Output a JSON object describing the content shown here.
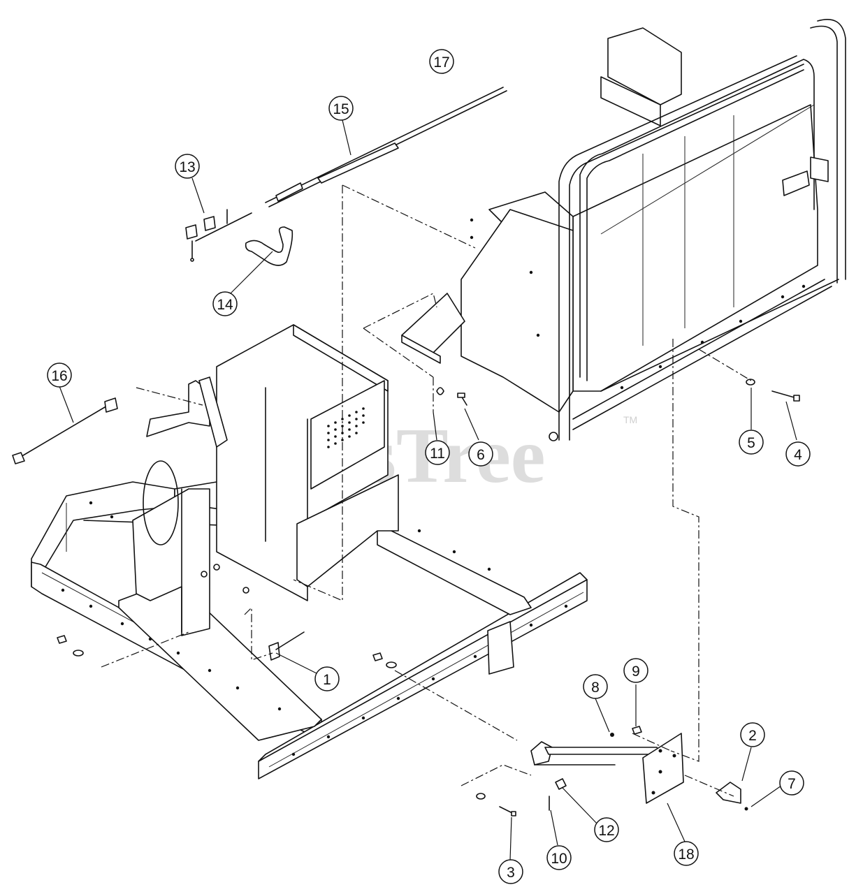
{
  "watermark": {
    "text": "PartsTree",
    "tm": "TM"
  },
  "callouts": [
    {
      "id": "callout-1",
      "label": "1"
    },
    {
      "id": "callout-2",
      "label": "2"
    },
    {
      "id": "callout-3",
      "label": "3"
    },
    {
      "id": "callout-4",
      "label": "4"
    },
    {
      "id": "callout-5",
      "label": "5"
    },
    {
      "id": "callout-6",
      "label": "6"
    },
    {
      "id": "callout-7",
      "label": "7"
    },
    {
      "id": "callout-8",
      "label": "8"
    },
    {
      "id": "callout-9",
      "label": "9"
    },
    {
      "id": "callout-10",
      "label": "10"
    },
    {
      "id": "callout-11",
      "label": "11"
    },
    {
      "id": "callout-12",
      "label": "12"
    },
    {
      "id": "callout-13",
      "label": "13"
    },
    {
      "id": "callout-14",
      "label": "14"
    },
    {
      "id": "callout-15",
      "label": "15"
    },
    {
      "id": "callout-16",
      "label": "16"
    },
    {
      "id": "callout-17",
      "label": "17"
    },
    {
      "id": "callout-18",
      "label": "18"
    }
  ]
}
